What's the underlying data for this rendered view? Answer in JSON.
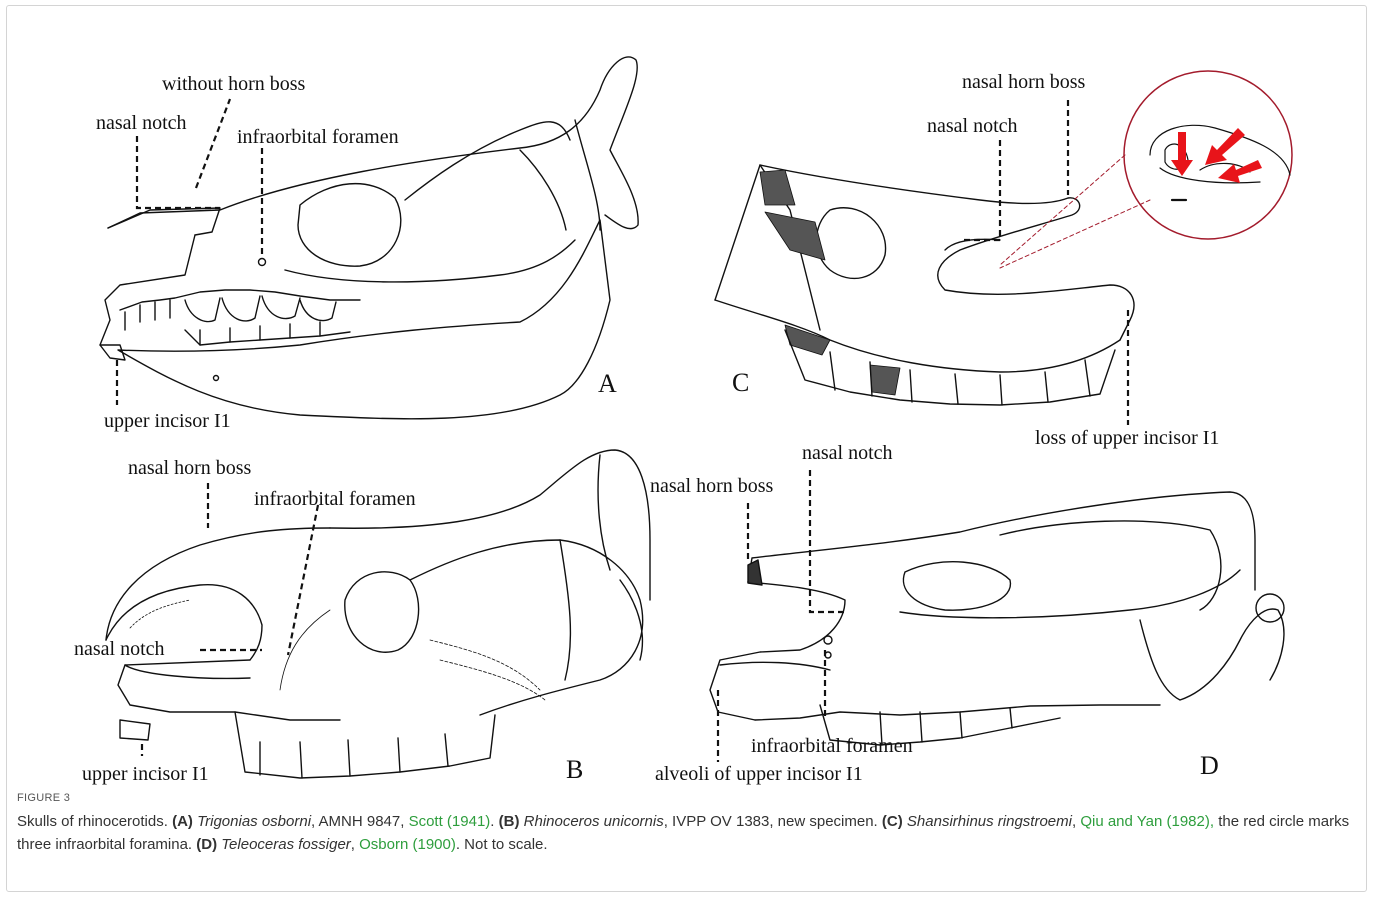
{
  "figure": {
    "label": "FIGURE 3",
    "caption": {
      "intro": "Skulls of rhinocerotids. ",
      "a_tag": "(A)",
      "a_species": "Trigonias osborni",
      "a_specimen": ", AMNH 9847, ",
      "a_ref": "Scott (1941)",
      "a_end": ". ",
      "b_tag": "(B)",
      "b_species": "Rhinoceros unicornis",
      "b_specimen": ", IVPP OV 1383, new specimen. ",
      "c_tag": "(C)",
      "c_species": "Shansirhinus ringstroemi",
      "c_sep": ", ",
      "c_ref": "Qiu and Yan (1982),",
      "c_note": " the red circle marks three infraorbital foramina. ",
      "d_tag": "(D)",
      "d_species": "Teleoceras fossiger",
      "d_sep": ", ",
      "d_ref": "Osborn (1900)",
      "d_end": ". Not to scale."
    }
  },
  "panels": {
    "a": {
      "letter": "A",
      "labels": {
        "without_horn_boss": "without horn boss",
        "nasal_notch": "nasal notch",
        "infraorbital_foramen": "infraorbital foramen",
        "upper_incisor": "upper incisor I1"
      }
    },
    "b": {
      "letter": "B",
      "labels": {
        "nasal_horn_boss": "nasal horn boss",
        "infraorbital_foramen": "infraorbital foramen",
        "nasal_notch": "nasal notch",
        "upper_incisor": "upper incisor I1"
      }
    },
    "c": {
      "letter": "C",
      "labels": {
        "nasal_horn_boss": "nasal horn boss",
        "nasal_notch": "nasal notch",
        "loss_incisor": "loss of upper incisor I1"
      }
    },
    "d": {
      "letter": "D",
      "labels": {
        "nasal_notch": "nasal notch",
        "nasal_horn_boss": "nasal horn boss",
        "infraorbital_foramen": "infraorbital foramen",
        "alveoli": "alveoli of upper incisor I1"
      }
    }
  },
  "colors": {
    "ink": "#111111",
    "highlight_red": "#e8141a",
    "circle_border": "#a31b2c",
    "link_green": "#2e9e3d"
  }
}
